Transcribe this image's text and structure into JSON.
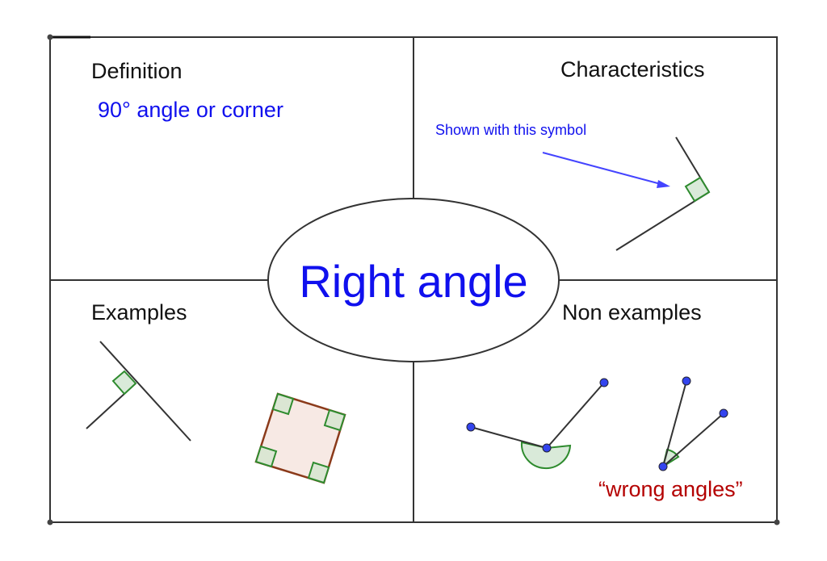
{
  "quadrants": {
    "definition": {
      "heading": "Definition",
      "text": "90° angle or corner"
    },
    "characteristics": {
      "heading": "Characteristics",
      "note": "Shown with this symbol"
    },
    "examples": {
      "heading": "Examples"
    },
    "non_examples": {
      "heading": "Non examples",
      "note": "“wrong angles”"
    }
  },
  "center": {
    "title": "Right angle"
  },
  "colors": {
    "grid_line": "#333333",
    "text_blue": "#1010ee",
    "arrow_blue": "#4444ff",
    "text_red": "#b40000",
    "angle_green": "#2e8b2e",
    "angle_fill": "#d9ead9",
    "square_border": "#8b3a1a",
    "square_fill": "#f7e9e4",
    "point_blue": "#3344ee"
  },
  "icons": [
    "right-angle-marker-icon",
    "arrow-icon",
    "point-icon"
  ]
}
